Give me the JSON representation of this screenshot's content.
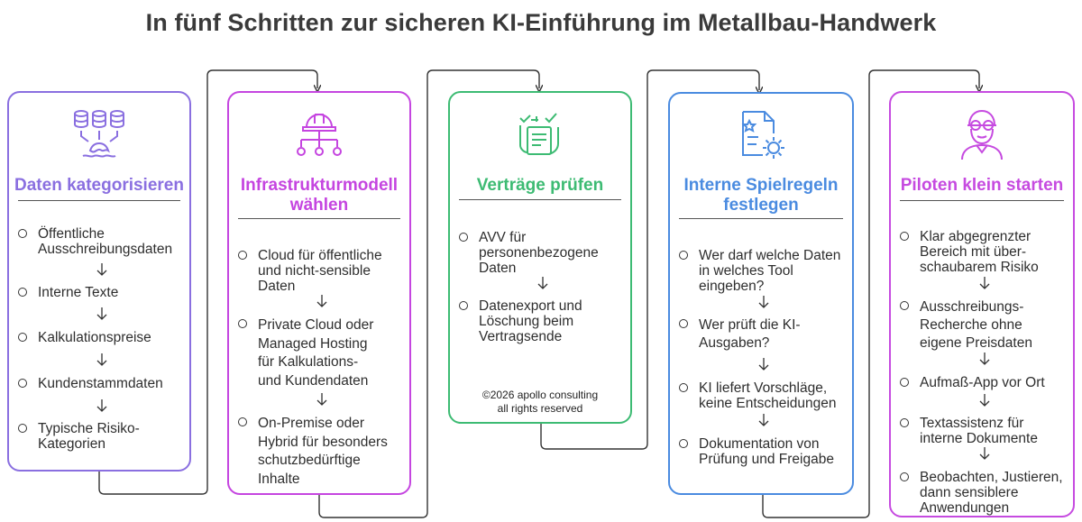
{
  "title": "In fünf Schritten zur sicheren KI-Einführung im Metallbau-Handwerk",
  "colors": {
    "step1": "#8a6fe0",
    "step2": "#c545e0",
    "step3": "#3dbb73",
    "step4": "#4a8be0",
    "step5": "#c64be0",
    "connector": "#333333"
  },
  "steps": [
    {
      "icon": "database-icon",
      "heading": "Daten kategorisieren",
      "items": [
        "Öffentliche\nAusschreibungsdaten",
        "Interne Texte",
        "Kalkulationspreise",
        "Kundenstammdaten",
        "Typische Risiko-\nKategorien"
      ]
    },
    {
      "icon": "network-helmet-icon",
      "heading": "Infrastrukturmodell\nwählen",
      "items": [
        "Cloud für öffentliche\nund nicht-sensible\nDaten",
        "Private Cloud oder\nManaged Hosting\nfür Kalkulations-\nund Kundendaten",
        "On-Premise oder\nHybrid für besonders\nschutzbedürftige\nInhalte"
      ]
    },
    {
      "icon": "checklist-icon",
      "heading": "Verträge prüfen",
      "items": [
        "AVV für\npersonenbezogene\nDaten",
        "Datenexport und\nLöschung beim\nVertragsende"
      ],
      "copyright": "©2026 apollo consulting\nall rights reserved"
    },
    {
      "icon": "document-gear-icon",
      "heading": "Interne Spielregeln\nfestlegen",
      "items": [
        "Wer darf welche Daten\nin welches Tool\neingeben?",
        "Wer prüft die KI-\nAusgaben?",
        "KI liefert Vorschläge,\nkeine Entscheidungen",
        "Dokumentation von\nPrüfung und Freigabe"
      ]
    },
    {
      "icon": "pilot-icon",
      "heading": "Piloten klein starten",
      "items": [
        "Klar abgegrenzter\nBereich mit über-\nschaubarem Risiko",
        "Ausschreibungs-\nRecherche ohne\neigene Preisdaten",
        "Aufmaß-App vor Ort",
        "Textassistenz für\ninterne Dokumente",
        "Beobachten, Justieren,\ndann sensiblere\nAnwendungen"
      ]
    }
  ]
}
